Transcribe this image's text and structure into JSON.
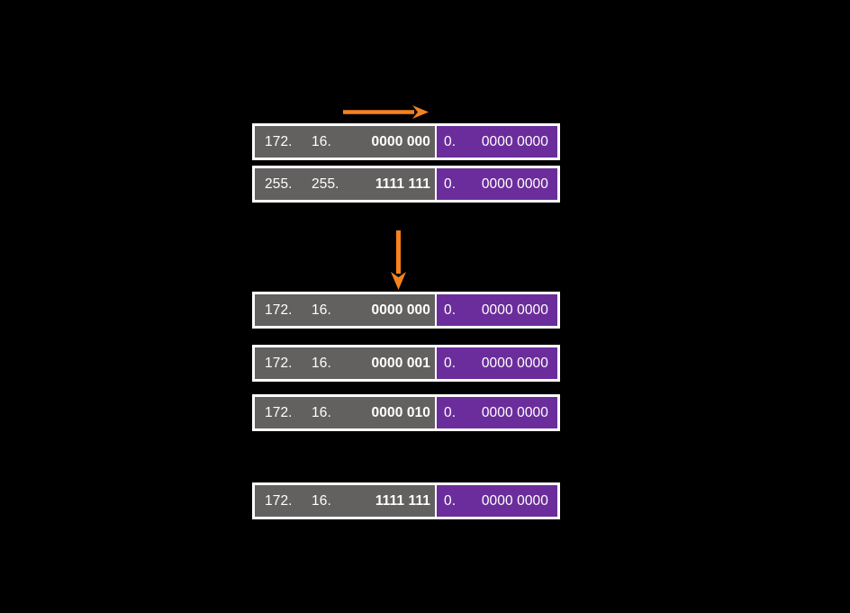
{
  "diagram": {
    "title": "Subnet address range expansion diagram",
    "background_color": "#000000",
    "network_block_color": "#636060",
    "host_block_color": "#6b2d9b",
    "arrow_color": "#f5821f",
    "text_color": "#ffffff"
  },
  "arrows": [
    {
      "name": "borrow-bits-arrow",
      "direction": "right",
      "color": "#f5821f"
    },
    {
      "name": "enumerate-subnets-arrow",
      "direction": "down",
      "color": "#f5821f"
    }
  ],
  "groups": [
    {
      "name": "address-and-mask-group",
      "rows": [
        {
          "name": "ip-address-row",
          "network": {
            "octet1": "172.",
            "octet2": "16.",
            "binary": "0000 000"
          },
          "host": {
            "octet": "0.",
            "binary": "0000 0000"
          }
        },
        {
          "name": "subnet-mask-row",
          "network": {
            "octet1": "255.",
            "octet2": "255.",
            "binary": "1111 111"
          },
          "host": {
            "octet": "0.",
            "binary": "0000 0000"
          }
        }
      ]
    },
    {
      "name": "subnet-enumeration-group",
      "rows": [
        {
          "name": "subnet-row-0",
          "network": {
            "octet1": "172.",
            "octet2": "16.",
            "binary": "0000 000"
          },
          "host": {
            "octet": "0.",
            "binary": "0000 0000"
          }
        },
        {
          "name": "subnet-row-1",
          "network": {
            "octet1": "172.",
            "octet2": "16.",
            "binary": "0000 001"
          },
          "host": {
            "octet": "0.",
            "binary": "0000 0000"
          }
        },
        {
          "name": "subnet-row-2",
          "network": {
            "octet1": "172.",
            "octet2": "16.",
            "binary": "0000 010"
          },
          "host": {
            "octet": "0.",
            "binary": "0000 0000"
          }
        }
      ]
    },
    {
      "name": "last-subnet-group",
      "rows": [
        {
          "name": "subnet-row-last",
          "network": {
            "octet1": "172.",
            "octet2": "16.",
            "binary": "1111 111"
          },
          "host": {
            "octet": "0.",
            "binary": "0000 0000"
          }
        }
      ]
    }
  ]
}
